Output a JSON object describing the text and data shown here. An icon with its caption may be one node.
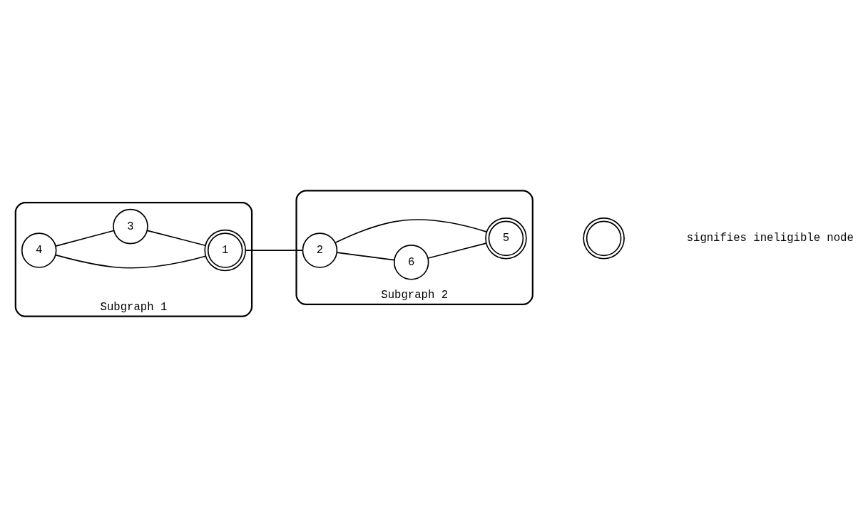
{
  "diagram": {
    "nodes": [
      {
        "text": [
          "Subgraph 1"
        ]
      },
      {
        "text": [
          "4"
        ],
        "in": 0
      },
      {
        "text": [
          "1"
        ],
        "in": 0
      },
      {
        "text": [
          "3"
        ],
        "in": 0
      },
      {
        "text": [
          "Subgraph 2"
        ]
      },
      {
        "text": [
          "6"
        ],
        "in": 4
      },
      {
        "text": [
          "2"
        ],
        "in": 4
      },
      {
        "text": [
          "5"
        ],
        "in": 4
      },
      {
        "text": [],
        "shape": "circle"
      }
    ],
    "edges": [
      {
        "from": 1,
        "to": 2,
        "arrow": "none"
      },
      {
        "from": 1,
        "to": 3,
        "arrow": "none"
      },
      {
        "from": 3,
        "to": 2,
        "arrow": "none"
      },
      {
        "from": 2,
        "to": 6,
        "arrow": "none"
      },
      {
        "from": 6,
        "to": 5,
        "arrow": "none"
      },
      {
        "from": 6,
        "to": 7,
        "arrow": "none"
      },
      {
        "from": 5,
        "to": 7,
        "arrow": "none"
      }
    ],
    "legend": [
      {
        "text": "signifies ineligible node"
      }
    ]
  }
}
